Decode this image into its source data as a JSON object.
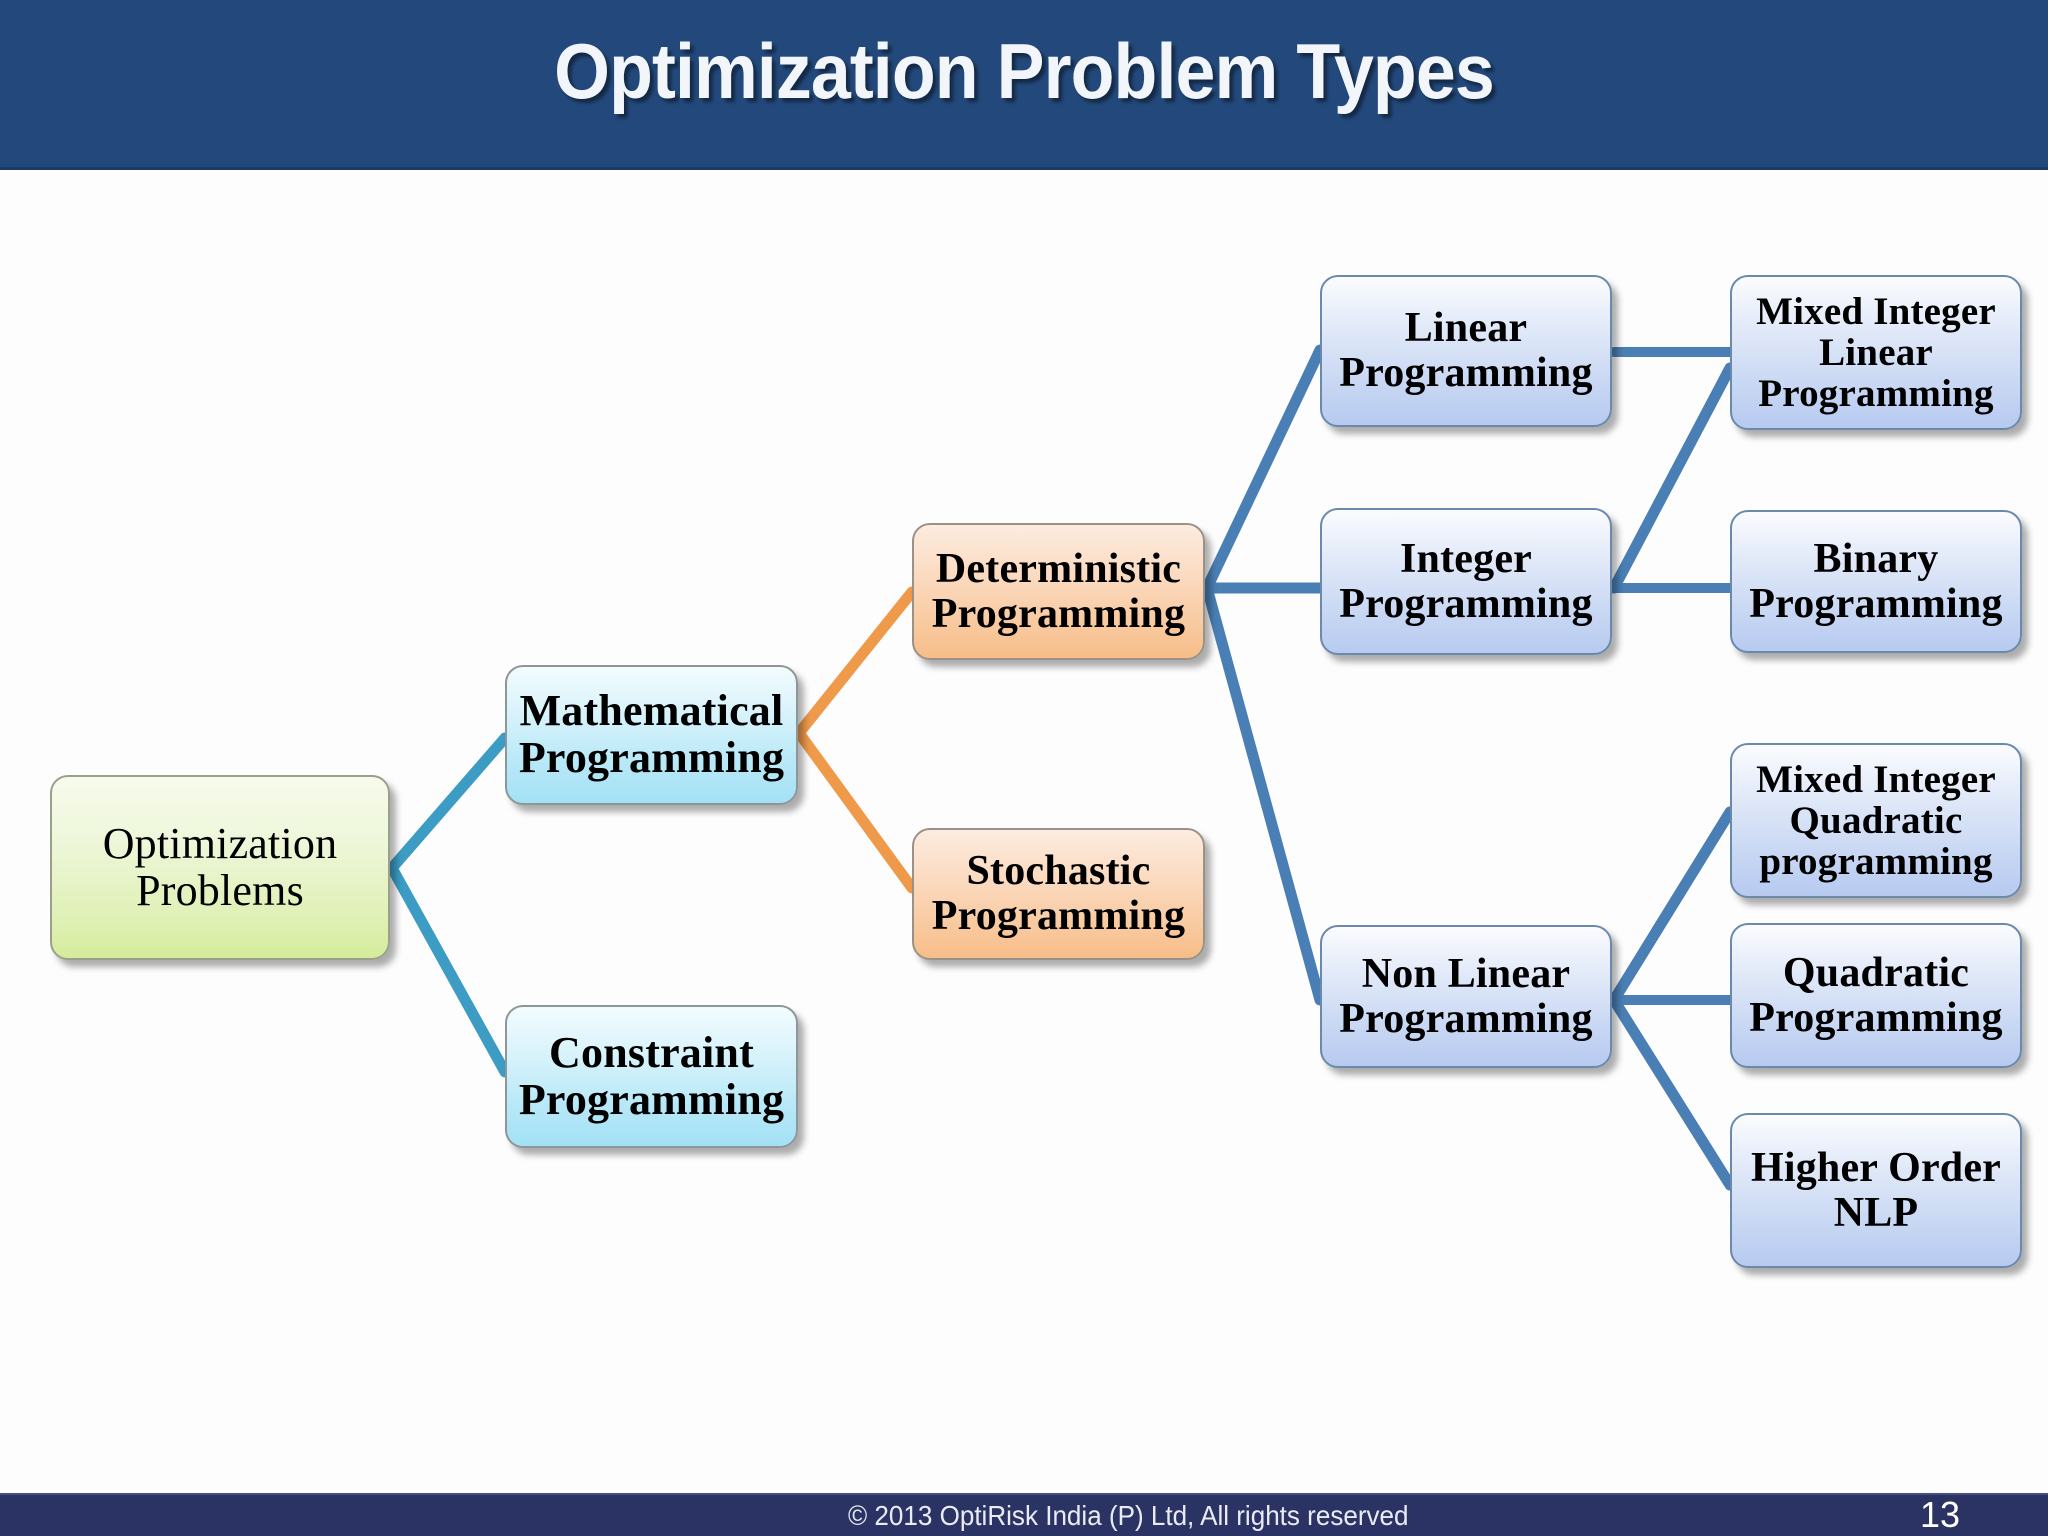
{
  "header": {
    "title": "Optimization Problem Types",
    "band_color": "#23497C"
  },
  "footer": {
    "copyright": "© 2013 OptiRisk India (P) Ltd, All rights reserved",
    "page_number": "13",
    "band_color": "#2A3363"
  },
  "colors": {
    "root_fill": "#dff0b4",
    "level1_fill": "#b4e7f7",
    "level2_fill": "#f8c79b",
    "level3_fill": "#c9d8f3",
    "connector_cyan": "#3C9CC4",
    "connector_orange": "#EE9A4A",
    "connector_blue": "#4A7FB5"
  },
  "diagram": {
    "type": "tree",
    "nodes": [
      {
        "id": "optimization-problems",
        "label": "Optimization\nProblems",
        "level": 0,
        "style": "green"
      },
      {
        "id": "mathematical-programming",
        "label": "Mathematical\nProgramming",
        "level": 1,
        "style": "cyan"
      },
      {
        "id": "constraint-programming",
        "label": "Constraint\nProgramming",
        "level": 1,
        "style": "cyan"
      },
      {
        "id": "deterministic-programming",
        "label": "Deterministic\nProgramming",
        "level": 2,
        "style": "orange"
      },
      {
        "id": "stochastic-programming",
        "label": "Stochastic\nProgramming",
        "level": 2,
        "style": "orange"
      },
      {
        "id": "linear-programming",
        "label": "Linear\nProgramming",
        "level": 3,
        "style": "blue"
      },
      {
        "id": "integer-programming",
        "label": "Integer\nProgramming",
        "level": 3,
        "style": "blue"
      },
      {
        "id": "non-linear-programming",
        "label": "Non Linear\nProgramming",
        "level": 3,
        "style": "blue"
      },
      {
        "id": "mixed-integer-linear-programming",
        "label": "Mixed Integer\nLinear\nProgramming",
        "level": 4,
        "style": "blue"
      },
      {
        "id": "binary-programming",
        "label": "Binary\nProgramming",
        "level": 4,
        "style": "blue"
      },
      {
        "id": "mixed-integer-quadratic-programming",
        "label": "Mixed Integer\nQuadratic\nprogramming",
        "level": 4,
        "style": "blue"
      },
      {
        "id": "quadratic-programming",
        "label": "Quadratic\nProgramming",
        "level": 4,
        "style": "blue"
      },
      {
        "id": "higher-order-nlp",
        "label": "Higher Order\nNLP",
        "level": 4,
        "style": "blue"
      }
    ],
    "edges": [
      {
        "from": "optimization-problems",
        "to": "mathematical-programming",
        "color": "cyan"
      },
      {
        "from": "optimization-problems",
        "to": "constraint-programming",
        "color": "cyan"
      },
      {
        "from": "mathematical-programming",
        "to": "deterministic-programming",
        "color": "orange"
      },
      {
        "from": "mathematical-programming",
        "to": "stochastic-programming",
        "color": "orange"
      },
      {
        "from": "deterministic-programming",
        "to": "linear-programming",
        "color": "blue"
      },
      {
        "from": "deterministic-programming",
        "to": "integer-programming",
        "color": "blue"
      },
      {
        "from": "deterministic-programming",
        "to": "non-linear-programming",
        "color": "blue"
      },
      {
        "from": "linear-programming",
        "to": "mixed-integer-linear-programming",
        "color": "blue"
      },
      {
        "from": "integer-programming",
        "to": "mixed-integer-linear-programming",
        "color": "blue"
      },
      {
        "from": "integer-programming",
        "to": "binary-programming",
        "color": "blue"
      },
      {
        "from": "non-linear-programming",
        "to": "mixed-integer-quadratic-programming",
        "color": "blue"
      },
      {
        "from": "non-linear-programming",
        "to": "quadratic-programming",
        "color": "blue"
      },
      {
        "from": "non-linear-programming",
        "to": "higher-order-nlp",
        "color": "blue"
      }
    ]
  }
}
